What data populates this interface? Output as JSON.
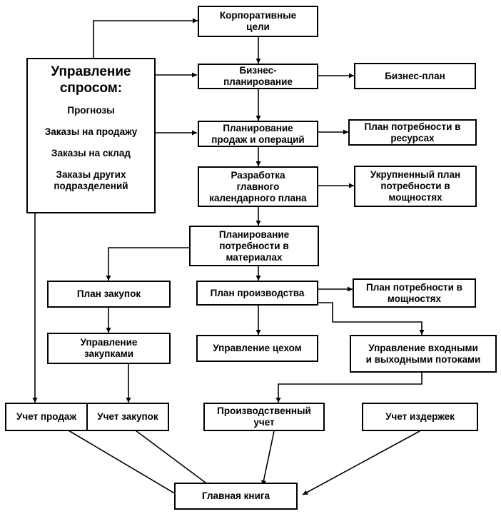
{
  "boxes": {
    "corp_goals": "Корпоративные\nцели",
    "biz_planning": "Бизнес-\nпланирование",
    "biz_plan": "Бизнес-план",
    "sop": "Планирование\nпродаж и операций",
    "resource_plan": "План потребности в\nресурсах",
    "mps": "Разработка\nглавного\nкалендарного плана",
    "rccp": "Укрупненный план\nпотребности в\nмощностях",
    "mrp": "Планирование\nпотребности в\nматериалах",
    "purchase_plan": "План закупок",
    "production_plan": "План производства",
    "capacity_plan": "План потребности в\nмощностях",
    "purchase_mgmt": "Управление\nзакупками",
    "shop_mgmt": "Управление цехом",
    "io_control": "Управление входными\nи выходными потоками",
    "sales_acct": "Учет продаж",
    "purchase_acct": "Учет закупок",
    "production_acct": "Производственный\nучет",
    "cost_acct": "Учет издержек",
    "general_ledger": "Главная книга"
  },
  "demand": {
    "title": "Управление\nспросом:",
    "items": [
      "Прогнозы",
      "Заказы на продажу",
      "Заказы на склад",
      "Заказы других\nподразделений"
    ]
  }
}
